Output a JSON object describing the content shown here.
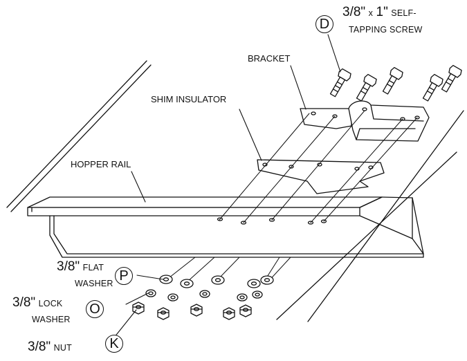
{
  "labels": {
    "screw_size": "3/8\"",
    "screw_x": "x",
    "screw_len": "1\"",
    "screw_text1": "SELF-",
    "screw_text2": "TAPPING SCREW",
    "bracket": "BRACKET",
    "shim": "SHIM INSULATOR",
    "hopper_rail": "HOPPER RAIL",
    "flat_size": "3/8\"",
    "flat_text": "FLAT",
    "flat_text2": "WASHER",
    "lock_size": "3/8\"",
    "lock_text": "LOCK",
    "lock_text2": "WASHER",
    "nut_size": "3/8\"",
    "nut_text": "NUT"
  },
  "callouts": {
    "screw": "D",
    "flat_washer": "P",
    "lock_washer": "O",
    "nut": "K"
  }
}
